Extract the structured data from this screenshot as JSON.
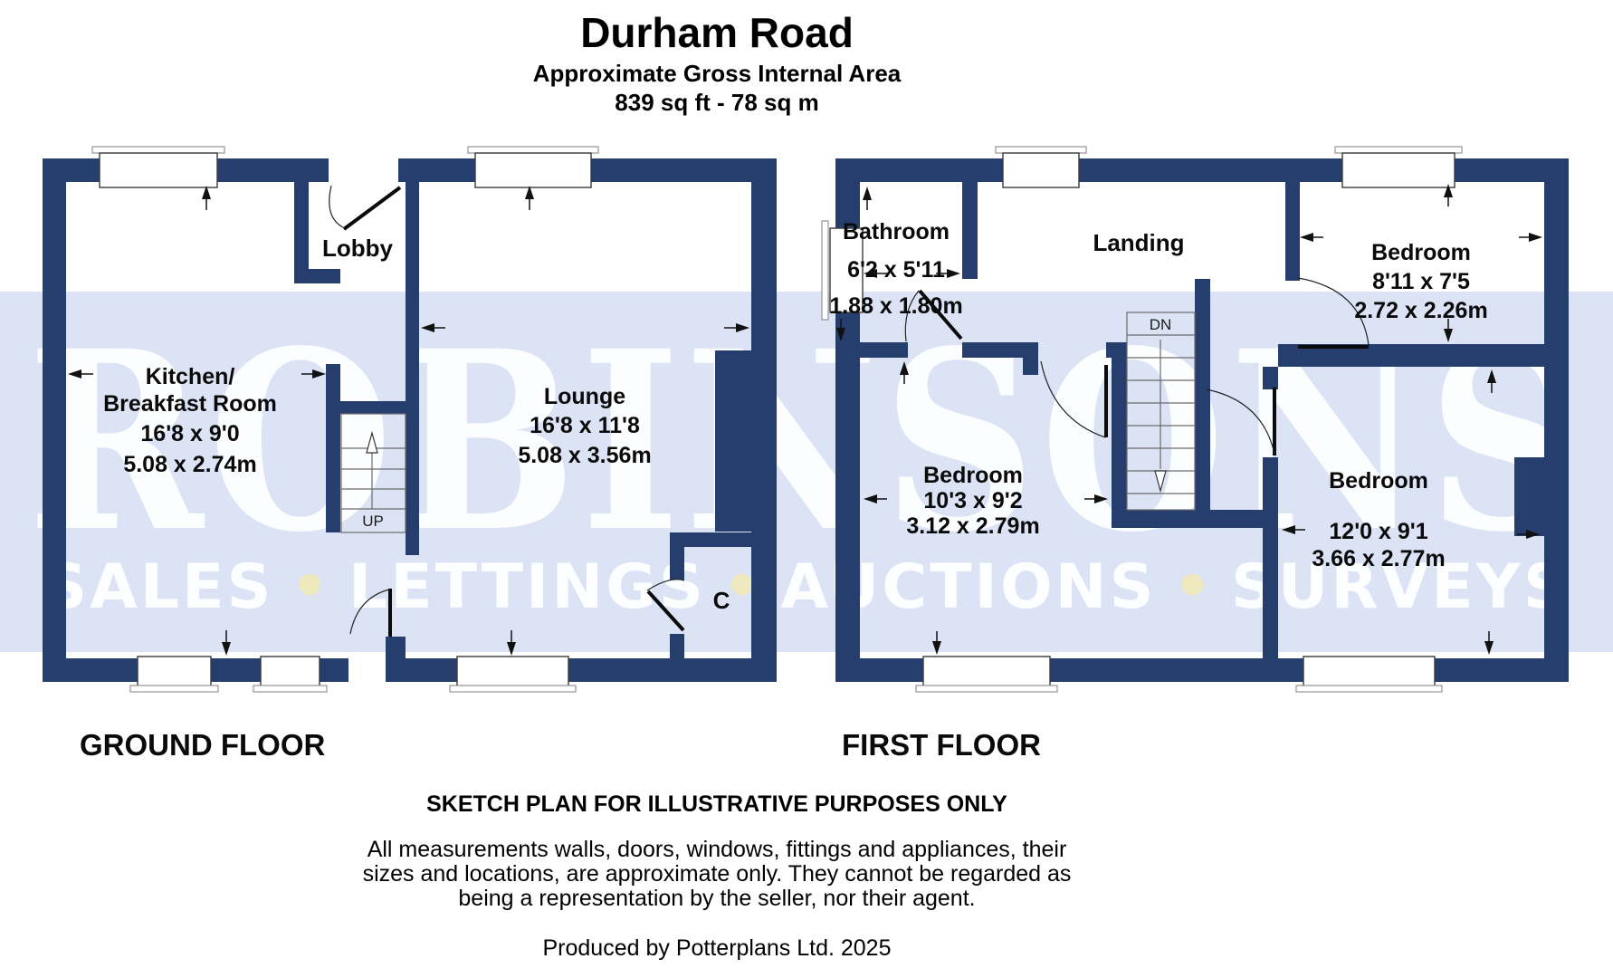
{
  "header": {
    "title": "Durham Road",
    "subtitle": "Approximate Gross Internal Area",
    "area_line": "839 sq ft - 78 sq m"
  },
  "watermark": {
    "brand": "ROBINSONS",
    "services": [
      "SALES",
      "LETTINGS",
      "AUCTIONS",
      "SURVEYS"
    ],
    "separator": "•",
    "band_color": "#dbe3f5",
    "text_color": "#ffffff",
    "dot_color": "#efe9c0"
  },
  "colors": {
    "wall": "#263e6d",
    "line": "#3a3a3a",
    "label": "#0a0a0a"
  },
  "floors": {
    "ground": {
      "label": "GROUND FLOOR",
      "lobby_label": "Lobby",
      "cupboard_label": "C",
      "stairs_label": "UP",
      "rooms": {
        "kitchen": {
          "lines": [
            "Kitchen/",
            "Breakfast Room",
            "16'8 x 9'0",
            "5.08 x 2.74m"
          ]
        },
        "lounge": {
          "lines": [
            "Lounge",
            "16'8 x 11'8",
            "5.08 x 3.56m"
          ]
        }
      }
    },
    "first": {
      "label": "FIRST FLOOR",
      "landing_label": "Landing",
      "stairs_label": "DN",
      "rooms": {
        "bathroom": {
          "lines": [
            "Bathroom",
            "6'2 x 5'11",
            "1.88 x 1.80m"
          ]
        },
        "bedroom_front": {
          "lines": [
            "Bedroom",
            "8'11 x 7'5",
            "2.72 x 2.26m"
          ]
        },
        "bedroom_middle": {
          "lines": [
            "Bedroom",
            "10'3 x 9'2",
            "3.12 x 2.79m"
          ]
        },
        "bedroom_main": {
          "lines": [
            "Bedroom",
            "12'0 x 9'1",
            "3.66 x 2.77m"
          ]
        }
      }
    }
  },
  "footer": {
    "disclaimer_title": "SKETCH PLAN FOR ILLUSTRATIVE PURPOSES ONLY",
    "disclaimer_lines": [
      "All measurements walls, doors, windows, fittings and appliances, their",
      "sizes and locations, are approximate only. They cannot be regarded as",
      "being a representation by the seller, nor their agent."
    ],
    "credit": "Produced by Potterplans Ltd. 2025"
  }
}
